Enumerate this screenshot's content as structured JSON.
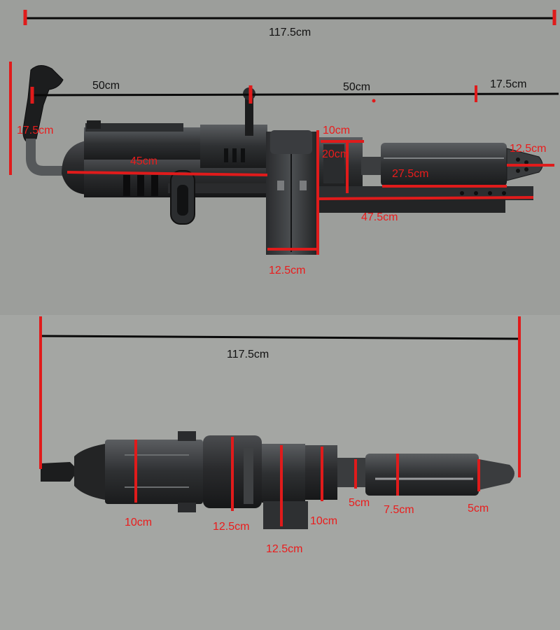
{
  "colors": {
    "background_top": "#9c9e9b",
    "background_bottom": "#a4a6a3",
    "measure_red": "#e01b1b",
    "measure_black": "#0a0a0a",
    "metal_dark": "#1d1e1f",
    "metal_mid": "#3a3c3e",
    "metal_light": "#5e6164"
  },
  "side_view": {
    "overall_length": "117.5cm",
    "segment_rear": "50cm",
    "segment_middle": "50cm",
    "segment_front": "17.5cm",
    "grip_height": "17.5cm",
    "body_length": "45cm",
    "muzzle_block_height": "10cm",
    "muzzle_block_depth": "20cm",
    "barrel_tip_height": "12.5cm",
    "barrel_length": "27.5cm",
    "lower_rail_length": "47.5cm",
    "magazine_width": "12.5cm"
  },
  "top_view": {
    "overall_length": "117.5cm",
    "rear_body_width": "10cm",
    "mid_body_width": "12.5cm",
    "magazine_width": "12.5cm",
    "front_block_width": "10cm",
    "neck_width": "5cm",
    "barrel_width": "7.5cm",
    "muzzle_width": "5cm"
  }
}
